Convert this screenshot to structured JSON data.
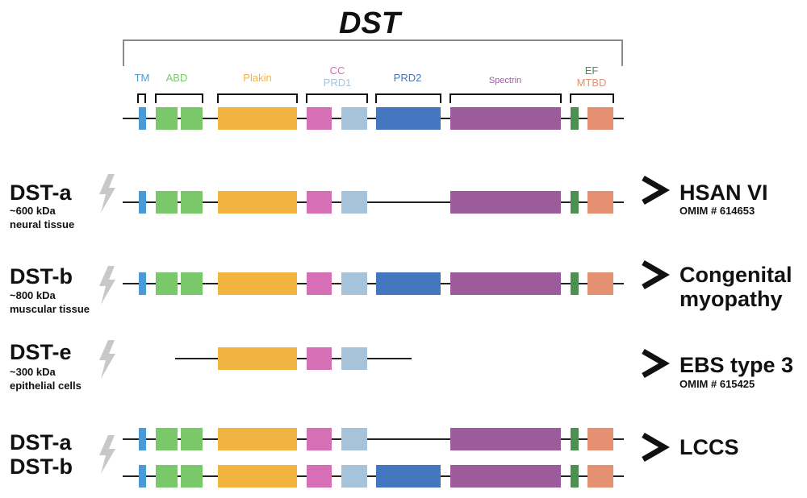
{
  "title": "DST",
  "colors": {
    "tm": "#4a9ad4",
    "abd": "#7bc86a",
    "plakin": "#f2b441",
    "cc": "#d66fb6",
    "prd1": "#a6c3d9",
    "prd2": "#4476c0",
    "spectrin": "#9c5c9c",
    "ef": "#4d9152",
    "mtbd": "#e59073",
    "bolt": "#c8c8c8",
    "line": "#222222",
    "text": "#111111"
  },
  "domain_labels": {
    "tm": "TM",
    "abd": "ABD",
    "plakin": "Plakin",
    "cc": "CC",
    "prd1": "PRD1",
    "prd2": "PRD2",
    "spectrin": "Spectrin",
    "ef": "EF",
    "mtbd": "MTBD"
  },
  "isoforms": [
    {
      "names": [
        "DST-a"
      ],
      "size": "~600 kDa",
      "tissue": "neural tissue",
      "disease": [
        "HSAN VI"
      ],
      "omim": "OMIM # 614653"
    },
    {
      "names": [
        "DST-b"
      ],
      "size": "~800 kDa",
      "tissue": "muscular tissue",
      "disease": [
        "Congenital",
        "myopathy"
      ],
      "omim": ""
    },
    {
      "names": [
        "DST-e"
      ],
      "size": "~300 kDa",
      "tissue": "epithelial cells",
      "disease": [
        "EBS type 3"
      ],
      "omim": "OMIM # 615425"
    },
    {
      "names": [
        "DST-a",
        "DST-b"
      ],
      "size": "",
      "tissue": "",
      "disease": [
        "LCCS"
      ],
      "omim": ""
    }
  ]
}
